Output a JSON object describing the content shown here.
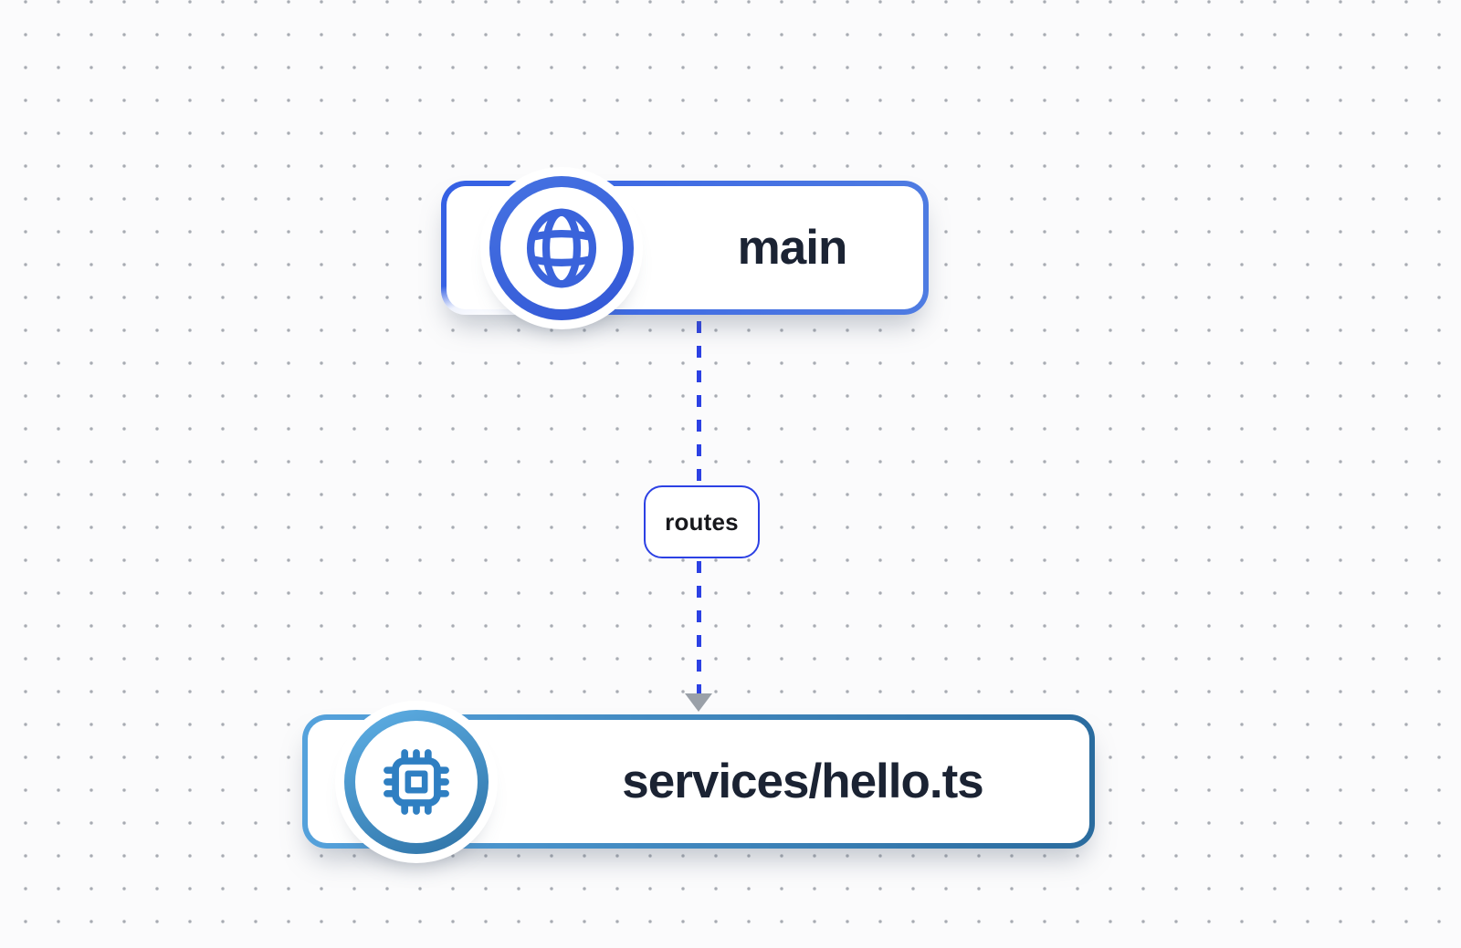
{
  "canvas": {
    "background": "#fbfbfc",
    "dot_color": "#a7abb2"
  },
  "nodes": [
    {
      "id": "main",
      "label": "main",
      "icon": "globe-icon",
      "border_gradient": [
        "#3560e4",
        "#4f7ce2"
      ],
      "ring_gradient": [
        "#4673e2",
        "#3257d6"
      ],
      "icon_color": "#3a63db",
      "label_color": "#1b2333"
    },
    {
      "id": "services-hello-ts",
      "label": "services/hello.ts",
      "icon": "chip-icon",
      "border_gradient": [
        "#55a2dc",
        "#2a6b9e"
      ],
      "ring_gradient": [
        "#5fb0e6",
        "#2d71a5"
      ],
      "icon_color": "#2f7fc2",
      "label_color": "#1b2333"
    }
  ],
  "edge": {
    "label": "routes",
    "line_color": "#2c41e4",
    "label_border_color": "#2c41e4",
    "label_text_color": "#17181c",
    "arrow_color": "#9aa0a8"
  }
}
